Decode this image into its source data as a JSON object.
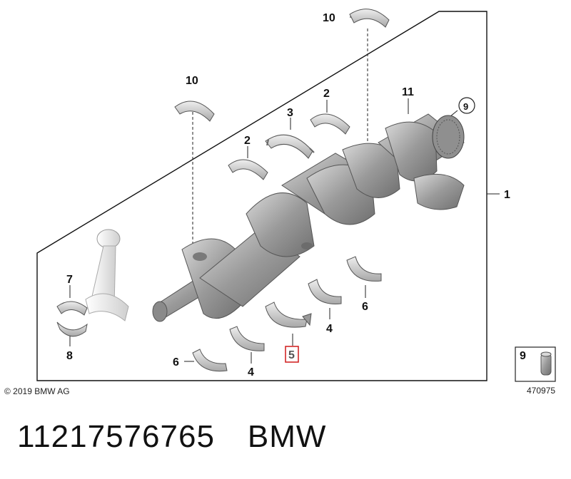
{
  "diagram": {
    "copyright": "© 2019 BMW AG",
    "image_number": "470975",
    "callouts": {
      "c1": "1",
      "c2a": "2",
      "c2b": "2",
      "c3": "3",
      "c4a": "4",
      "c4b": "4",
      "c5": "5",
      "c6a": "6",
      "c6b": "6",
      "c7": "7",
      "c8": "8",
      "c9": "9",
      "c10a": "10",
      "c10b": "10",
      "c11": "11"
    },
    "inset": {
      "label": "9"
    },
    "highlight_color": "#d22828"
  },
  "caption": {
    "part_number": "11217576765",
    "brand": "BMW"
  }
}
